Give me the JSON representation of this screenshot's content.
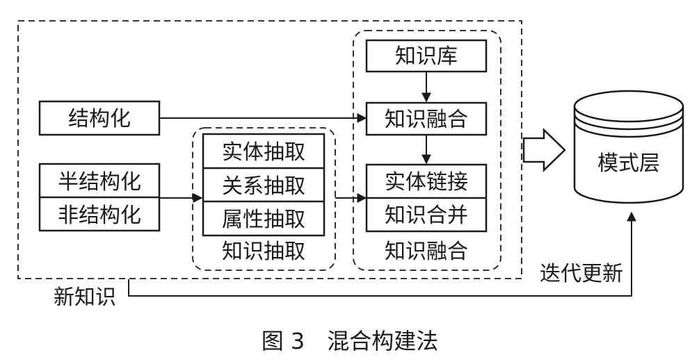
{
  "sources": {
    "structured": "结构化",
    "semi_structured": "半结构化",
    "unstructured": "非结构化"
  },
  "extraction": {
    "items": [
      "实体抽取",
      "关系抽取",
      "属性抽取"
    ],
    "group_label": "知识抽取"
  },
  "fusion": {
    "knowledge_base": "知识库",
    "fusion_box": "知识融合",
    "items": [
      "实体链接",
      "知识合并"
    ],
    "group_label": "知识融合"
  },
  "schema_layer": "模式层",
  "iterate_label": "迭代更新",
  "new_knowledge_label": "新知识",
  "caption": "图 3　混合构建法"
}
